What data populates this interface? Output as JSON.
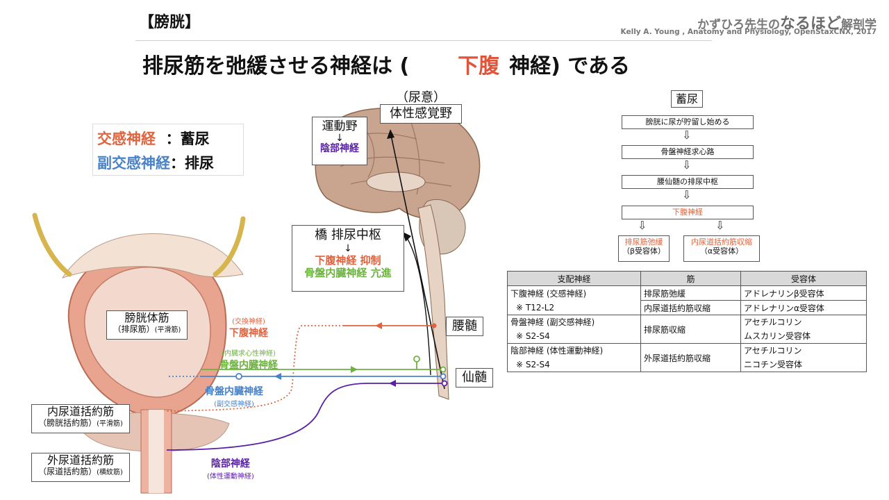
{
  "header": {
    "section": "【膀胱】"
  },
  "brand": {
    "name_prefix": "かずひろ先生の",
    "name_main": "なるほど",
    "name_suffix": "解剖学",
    "credit": "Kelly A. Young , Anatomy and Physiology, OpenStaxCNX, 2017"
  },
  "question": {
    "before": "排尿筋を弛緩させる神経は (",
    "answer": "下腹",
    "after": "神経) である"
  },
  "legend": {
    "sym_name": "交感神経",
    "sym_role": "：蓄尿",
    "para_name": "副交感神経",
    "para_role": "：排尿"
  },
  "brain": {
    "urge": "（尿意）",
    "sensory": "体性感覚野",
    "motor": "運動野",
    "motor_arrow": "↓",
    "pudendal": "陰部神経",
    "pons_title": "橋  排尿中枢",
    "pons_arrow": "↓",
    "pons_line1": "下腹神経  抑制",
    "pons_line2": "骨盤内臓神経  亢進"
  },
  "spinal": {
    "lumbar": "腰髄",
    "sacral": "仙髄"
  },
  "bladder": {
    "body_title": "膀胱体筋",
    "body_sub": "（排尿筋）",
    "body_sub2": "(平滑筋)",
    "internal_title": "内尿道括約筋",
    "internal_sub": "（膀胱括約筋）",
    "internal_sub2": "(平滑筋)",
    "external_title": "外尿道括約筋",
    "external_sub": "（尿道括約筋）",
    "external_sub2": "(横紋筋)"
  },
  "nerves": {
    "hypogastric_small": "(交換神経)",
    "hypogastric": "下腹神経",
    "visceral_afferent_small": "(内臓求心性神経)",
    "pelvic_afferent": "骨盤内臓神経",
    "pelvic_efferent": "骨盤内臓神経",
    "pelvic_efferent_small": "(副交感神経)",
    "pudendal": "陰部神経",
    "pudendal_small": "(体性運動神経)"
  },
  "flow": {
    "title": "蓄尿",
    "step1": "膀胱に尿が貯留し始める",
    "step2": "骨盤神経求心路",
    "step3": "腰仙髄の排尿中枢",
    "step4": "下腹神経",
    "left_line1": "排尿筋弛緩",
    "left_line2": "（β受容体）",
    "right_line1": "内尿道括約筋収縮",
    "right_line2": "（α受容体）",
    "arrow": "⇩"
  },
  "table": {
    "headers": [
      "支配神経",
      "筋",
      "受容体"
    ],
    "rows": [
      {
        "nerve": "下腹神経 (交感神経)",
        "level": "※ T12-L2",
        "muscles": [
          "排尿筋弛緩",
          "内尿道括約筋収縮"
        ],
        "receptors": [
          "アドレナリンβ受容体",
          "アドレナリンα受容体"
        ]
      },
      {
        "nerve": "骨盤神経 (副交感神経)",
        "level": "※ S2-S4",
        "muscles": [
          "排尿筋収縮"
        ],
        "receptors": [
          "アセチルコリン",
          "ムスカリン受容体"
        ]
      },
      {
        "nerve": "陰部神経 (体性運動神経)",
        "level": "※ S2-S4",
        "muscles": [
          "外尿道括約筋収縮"
        ],
        "receptors": [
          "アセチルコリン",
          "ニコチン受容体"
        ]
      }
    ]
  },
  "colors": {
    "sympathetic": "#e0633d",
    "parasympathetic": "#4a82c8",
    "afferent": "#6db33f",
    "somatic": "#5a1fa8",
    "answer": "#e0543a"
  }
}
